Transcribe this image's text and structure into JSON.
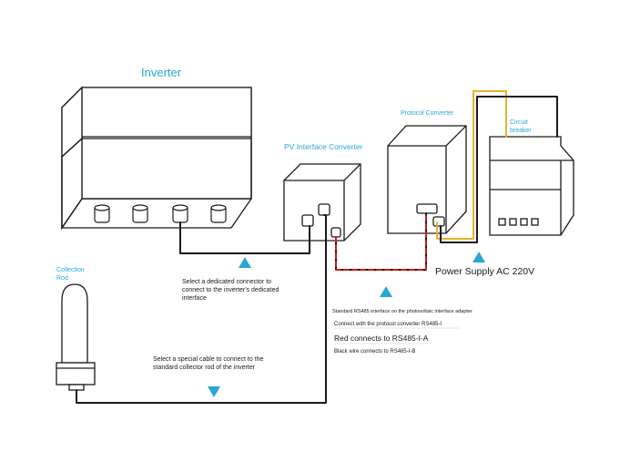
{
  "labels": {
    "inverter": "Inverter",
    "pv_converter": "PV Interface Converter",
    "protocol_converter": "Protocol Converter",
    "breaker_line1": "Circuit",
    "breaker_line2": "breaker",
    "collection_line1": "Collection",
    "collection_line2": "Rod",
    "power_supply": "Power Supply AC 220V"
  },
  "notes": {
    "dedicated_1": "Select a dedicated connector to",
    "dedicated_2": "connect to the inverter's dedicated",
    "dedicated_3": "interface",
    "rs485_std": "Standard RS485 interface on the photovoltaic interface adapter",
    "rs485_connect": "Connect with the protocol converter RS485-I",
    "red_wire": "Red connects to RS485-I-A",
    "black_wire": "Black wire connects to RS485-I-B",
    "special_1": "Select a special cable to connect to the",
    "special_2": "standard collector rod of the inverter"
  },
  "colors": {
    "accent_blue": "#2aa6d6",
    "red_wire": "#d01818",
    "yellow_wire": "#e8b22e",
    "line": "#1a1a1a"
  }
}
